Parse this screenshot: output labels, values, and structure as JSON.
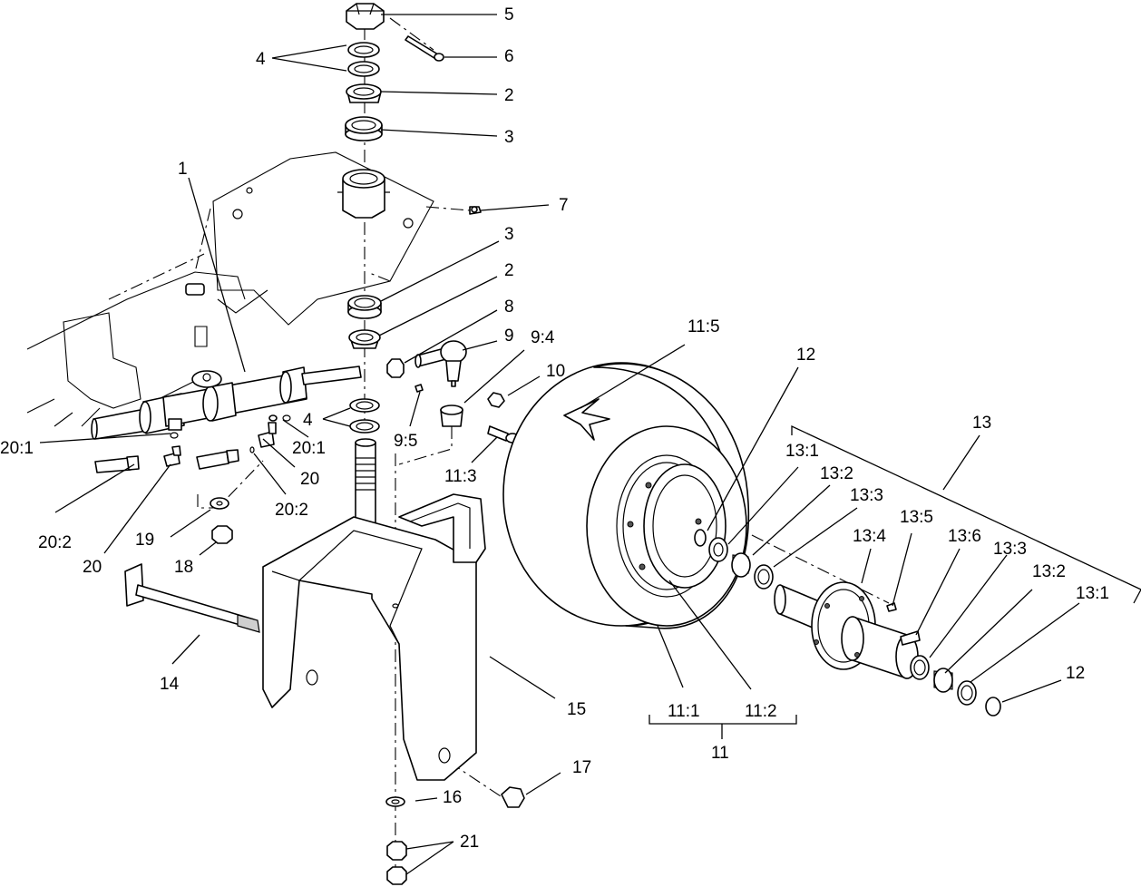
{
  "callouts": {
    "c1": "1",
    "c2a": "2",
    "c2b": "2",
    "c3a": "3",
    "c3b": "3",
    "c4a": "4",
    "c4b": "4",
    "c5": "5",
    "c6": "6",
    "c7": "7",
    "c8": "8",
    "c9": "9",
    "c9_4": "9:4",
    "c9_5": "9:5",
    "c10": "10",
    "c11": "11",
    "c11_1": "11:1",
    "c11_2": "11:2",
    "c11_3": "11:3",
    "c11_5": "11:5",
    "c12a": "12",
    "c12b": "12",
    "c13": "13",
    "c13_1a": "13:1",
    "c13_1b": "13:1",
    "c13_2a": "13:2",
    "c13_2b": "13:2",
    "c13_3a": "13:3",
    "c13_3b": "13:3",
    "c13_4": "13:4",
    "c13_5": "13:5",
    "c13_6": "13:6",
    "c14": "14",
    "c15": "15",
    "c16": "16",
    "c17": "17",
    "c18": "18",
    "c19": "19",
    "c20a": "20",
    "c20b": "20",
    "c20_1a": "20:1",
    "c20_1b": "20:1",
    "c20_2a": "20:2",
    "c20_2b": "20:2",
    "c21": "21"
  }
}
